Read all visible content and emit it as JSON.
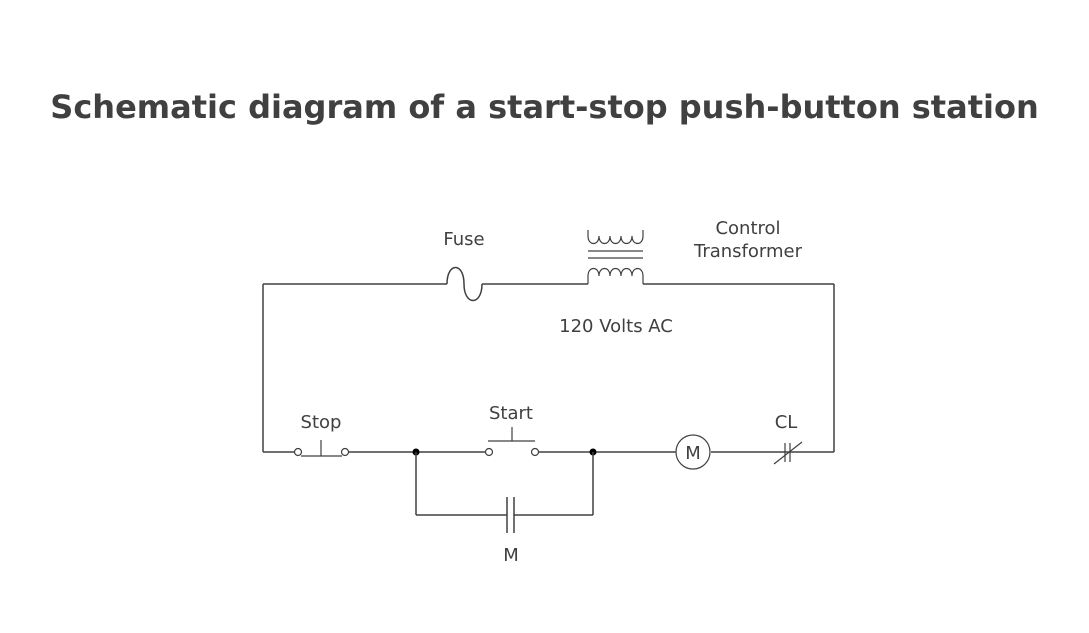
{
  "title": "Schematic diagram of a start-stop push-button station",
  "labels": {
    "fuse": "Fuse",
    "transformer_line1": "Control",
    "transformer_line2": "Transformer",
    "voltage": "120 Volts AC",
    "stop": "Stop",
    "start": "Start",
    "motor": "M",
    "cl": "CL",
    "holding_contact": "M"
  },
  "colors": {
    "line": "#404040",
    "text": "#404040",
    "background": "#ffffff"
  }
}
